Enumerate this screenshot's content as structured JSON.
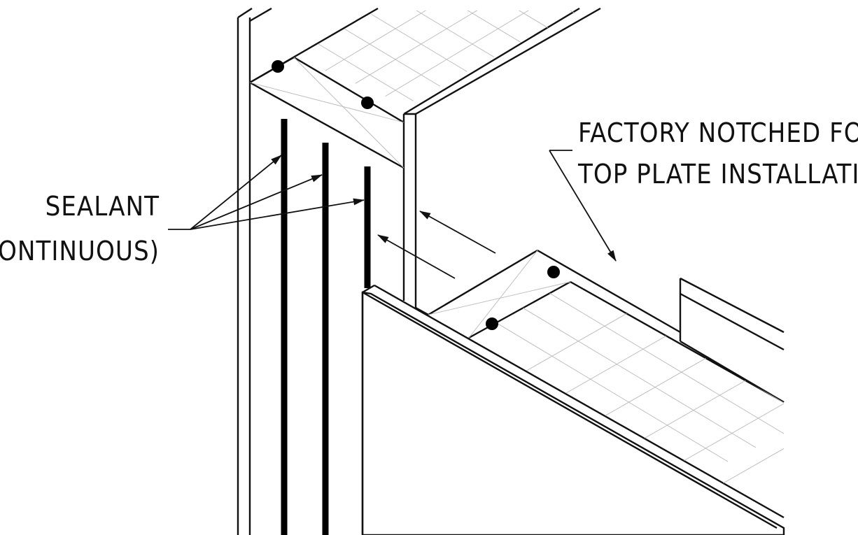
{
  "labels": {
    "sealant_line1": "SEALANT",
    "sealant_line2": "(CONTINUOUS)",
    "notch_line1": "FACTORY NOTCHED FOR",
    "notch_line2": "TOP PLATE INSTALLATION"
  }
}
